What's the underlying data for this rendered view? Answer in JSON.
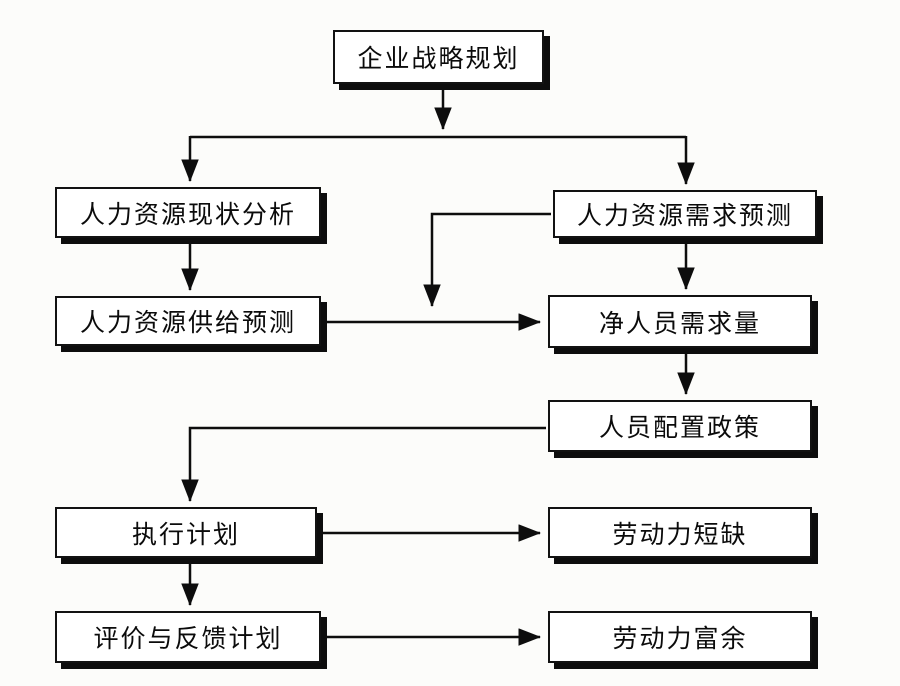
{
  "diagram": {
    "type": "flowchart",
    "language": "zh-CN",
    "boxes": {
      "strategic_planning": "企业战略规划",
      "hr_status_analysis": "人力资源现状分析",
      "hr_demand_forecast": "人力资源需求预测",
      "hr_supply_forecast": "人力资源供给预测",
      "net_personnel_demand": "净人员需求量",
      "staffing_policy": "人员配置政策",
      "execution_plan": "执行计划",
      "labor_shortage": "劳动力短缺",
      "evaluation_feedback_plan": "评价与反馈计划",
      "labor_surplus": "劳动力富余"
    },
    "edges": [
      "strategic_planning -> hr_status_analysis",
      "strategic_planning -> hr_demand_forecast",
      "hr_status_analysis -> hr_supply_forecast",
      "hr_demand_forecast -> net_personnel_demand (direct)",
      "hr_demand_forecast -> net_personnel_demand (left loop into supply arrow)",
      "hr_supply_forecast -> net_personnel_demand",
      "net_personnel_demand -> staffing_policy",
      "staffing_policy -> execution_plan",
      "execution_plan -> labor_shortage",
      "execution_plan -> evaluation_feedback_plan",
      "evaluation_feedback_plan -> labor_surplus"
    ],
    "colors": {
      "background": "#fcfcfa",
      "box_background": "#ffffff",
      "box_border": "#121212",
      "box_shadow": "#0d0d0d",
      "arrow": "#0d0d0d",
      "text": "#0b0b0b"
    }
  }
}
